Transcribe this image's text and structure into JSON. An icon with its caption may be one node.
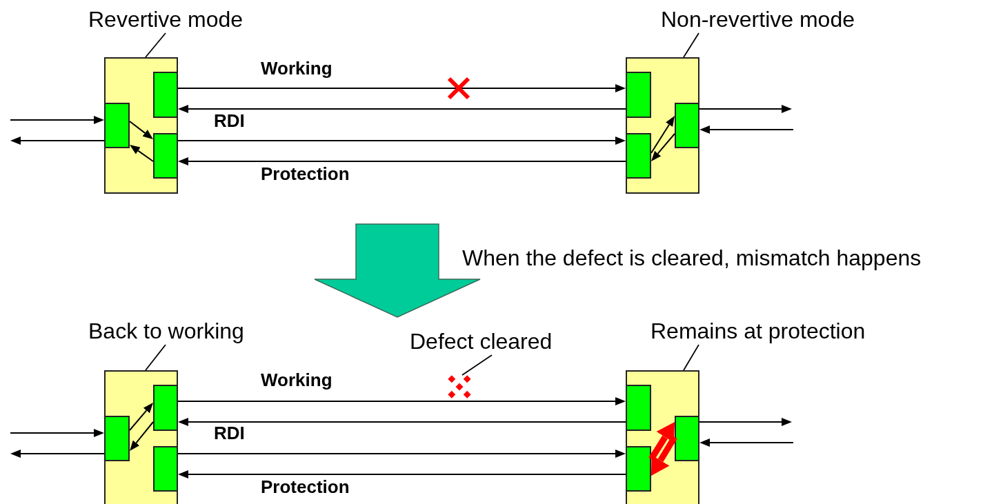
{
  "diagram": {
    "nodes": [
      {
        "text": [
          "Revertive mode"
        ]
      },
      {
        "text": [],
        "shape": "box"
      },
      {
        "text": [],
        "shape": "box",
        "in": 1
      },
      {
        "text": [],
        "shape": "box",
        "in": 1
      },
      {
        "text": [],
        "shape": "box",
        "in": 1
      },
      {
        "text": [
          "Non-revertive mode"
        ]
      },
      {
        "text": [],
        "shape": "box"
      },
      {
        "text": [],
        "shape": "box",
        "in": 6
      },
      {
        "text": [],
        "shape": "box",
        "in": 6
      },
      {
        "text": [],
        "shape": "box",
        "in": 6
      },
      {
        "text": [
          "Back to working"
        ]
      },
      {
        "text": [],
        "shape": "box"
      },
      {
        "text": [],
        "shape": "box",
        "in": 11
      },
      {
        "text": [],
        "shape": "box",
        "in": 11
      },
      {
        "text": [],
        "shape": "box",
        "in": 11
      },
      {
        "text": [
          "Remains at protection"
        ]
      },
      {
        "text": [],
        "shape": "box"
      },
      {
        "text": [],
        "shape": "box",
        "in": 16
      },
      {
        "text": [],
        "shape": "box",
        "in": 16
      },
      {
        "text": [],
        "shape": "box",
        "in": 16
      },
      {
        "text": [
          "Defect cleared"
        ]
      },
      {
        "text": [],
        "shape": "picture"
      }
    ],
    "edges": [
      {
        "from": null,
        "to": 2,
        "arrow": "to"
      },
      {
        "from": 2,
        "to": null,
        "arrow": "to"
      },
      {
        "from": 3,
        "to": 7,
        "arrow": "to",
        "label": "Working"
      },
      {
        "from": 7,
        "to": 3,
        "arrow": "to",
        "label": "RDI"
      },
      {
        "from": 4,
        "to": 8,
        "arrow": "to"
      },
      {
        "from": 8,
        "to": 4,
        "arrow": "to",
        "label": "Protection"
      },
      {
        "from": 2,
        "to": 4,
        "arrow": "to"
      },
      {
        "from": 4,
        "to": 2,
        "arrow": "to"
      },
      {
        "from": 9,
        "to": null,
        "arrow": "to"
      },
      {
        "from": null,
        "to": 9,
        "arrow": "to"
      },
      {
        "from": 8,
        "to": 9,
        "arrow": "to"
      },
      {
        "from": 9,
        "to": 8,
        "arrow": "to"
      },
      {
        "from": 0,
        "to": 1,
        "arrow": "none"
      },
      {
        "from": 5,
        "to": 6,
        "arrow": "none"
      },
      {
        "from": null,
        "to": 12,
        "arrow": "to"
      },
      {
        "from": 12,
        "to": null,
        "arrow": "to"
      },
      {
        "from": 13,
        "to": 17,
        "arrow": "to",
        "label": "Working"
      },
      {
        "from": 17,
        "to": 13,
        "arrow": "to",
        "label": "RDI"
      },
      {
        "from": 14,
        "to": 18,
        "arrow": "to"
      },
      {
        "from": 18,
        "to": 14,
        "arrow": "to",
        "label": "Protection"
      },
      {
        "from": 12,
        "to": 13,
        "arrow": "to"
      },
      {
        "from": 13,
        "to": 12,
        "arrow": "to"
      },
      {
        "from": 19,
        "to": null,
        "arrow": "to"
      },
      {
        "from": null,
        "to": 19,
        "arrow": "to"
      },
      {
        "from": 18,
        "to": 19,
        "arrow": "to",
        "style": "thick",
        "color": "#ff0000"
      },
      {
        "from": 19,
        "to": 18,
        "arrow": "to",
        "style": "thick",
        "color": "#ff0000"
      },
      {
        "from": 10,
        "to": 11,
        "arrow": "none"
      },
      {
        "from": 15,
        "to": 16,
        "arrow": "none"
      },
      {
        "from": 20,
        "to": 21,
        "arrow": "none"
      }
    ],
    "labels": [
      "When the defect is cleared, mismatch happens"
    ]
  }
}
